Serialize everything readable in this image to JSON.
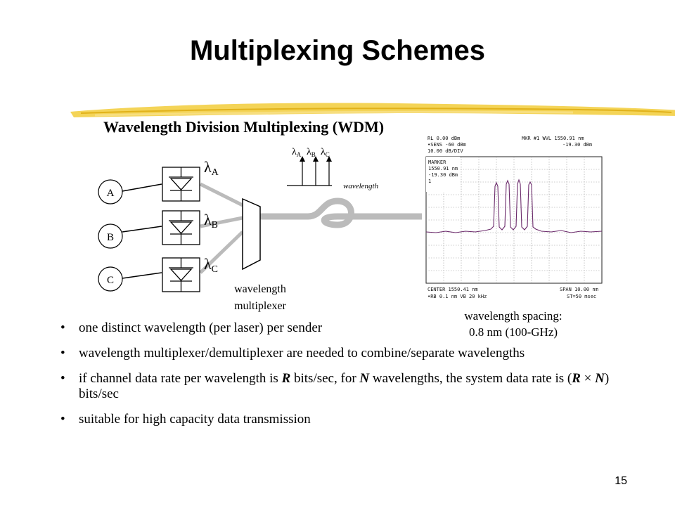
{
  "title": "Multiplexing Schemes",
  "subtitle": "Wavelength Division Multiplexing (WDM)",
  "diagram": {
    "sender_a": "A",
    "sender_b": "B",
    "sender_c": "C",
    "lambda_symbol": "λ",
    "sub_a": "A",
    "sub_b": "B",
    "sub_c": "C",
    "wavelength_axis_label": "wavelength",
    "mux_label_line1": "wavelength",
    "mux_label_line2": "multiplexer"
  },
  "spectrum": {
    "header_left": [
      "RL 0.00 dBm",
      "•SENS  -60 dBm",
      "10.00 dB/DIV"
    ],
    "header_right": [
      "MKR #1 WVL 1550.91 nm",
      "-19.30 dBm"
    ],
    "marker": [
      "MARKER",
      "1550.91 nm",
      "-19.30 dBm",
      "1"
    ],
    "footer_left": [
      "CENTER 1550.41 nm",
      "•RB 0.1 nm     VB 20 kHz"
    ],
    "footer_right": [
      "SPAN 10.00 nm",
      "ST=50 msec"
    ],
    "caption_line1": "wavelength spacing:",
    "caption_line2": "0.8 nm (100-GHz)"
  },
  "bullets": {
    "b1": "one distinct wavelength (per laser) per sender",
    "b2": "wavelength multiplexer/demultiplexer are needed to combine/separate wavelengths",
    "b3_pre": "if channel data rate per wavelength is ",
    "b3_r": "R",
    "b3_mid": " bits/sec, for ",
    "b3_n": "N",
    "b3_mid2": " wavelengths, the system data rate is (",
    "b3_r2": "R",
    "b3_times": " × ",
    "b3_n2": "N",
    "b3_post": ") bits/sec",
    "b4": "suitable for high capacity data transmission"
  },
  "page_number": "15"
}
